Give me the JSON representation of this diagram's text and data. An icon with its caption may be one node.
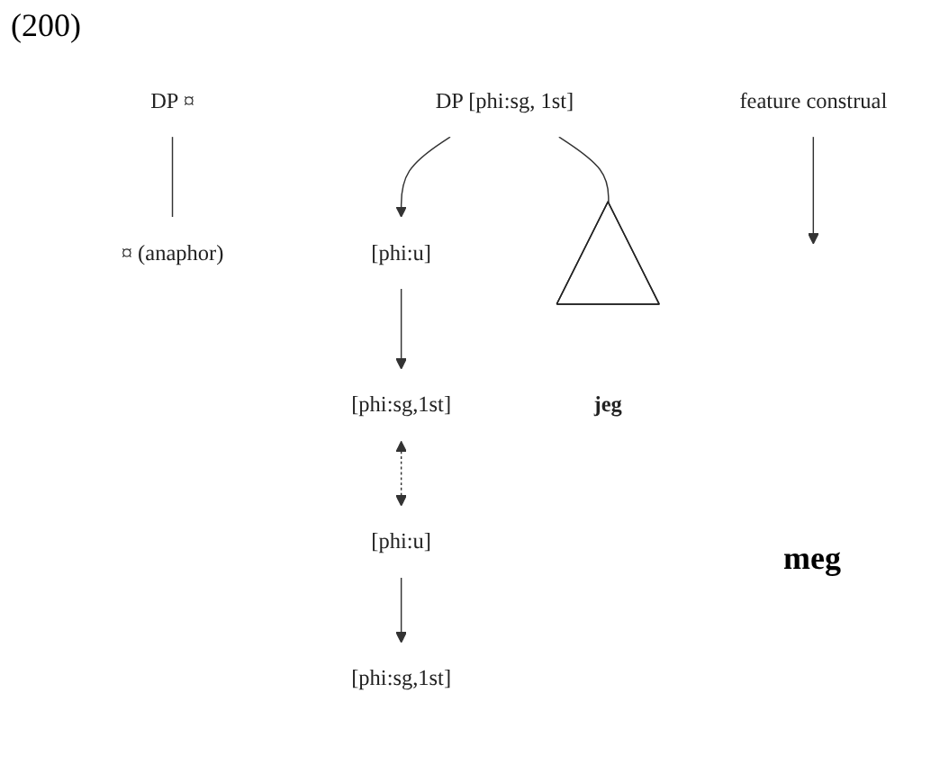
{
  "diagram": {
    "nodes": [
      {
        "text": [
          "DP ¤"
        ]
      },
      {
        "text": [
          "[phi:u]"
        ]
      },
      {
        "text": [
          "[phi:sg,1st]"
        ]
      },
      {
        "text": [
          "¤ (anaphor)"
        ]
      },
      {
        "text": [
          "[phi:u]"
        ]
      },
      {
        "text": [
          "[phi:sg,1st]"
        ]
      },
      {
        "text": [
          "feature construal"
        ]
      },
      {
        "text": [
          "DP [phi:sg, 1st]"
        ]
      },
      {
        "text": [],
        "shape": "triangle"
      },
      {
        "text": [
          "jeg"
        ]
      }
    ],
    "edges": [
      {
        "from": 0,
        "to": 3,
        "arrow": "none"
      },
      {
        "from": 1,
        "to": 2,
        "arrow": "to"
      },
      {
        "from": 4,
        "to": 5,
        "arrow": "to"
      },
      {
        "from": 2,
        "to": 4,
        "arrow": "both",
        "style": "dashed"
      },
      {
        "from": 7,
        "to": 1,
        "arrow": "to"
      },
      {
        "from": 6,
        "to": null,
        "arrow": "to"
      },
      {
        "from": 7,
        "to": 8,
        "arrow": "none"
      }
    ],
    "labels": [
      "(200)",
      "meg"
    ]
  }
}
